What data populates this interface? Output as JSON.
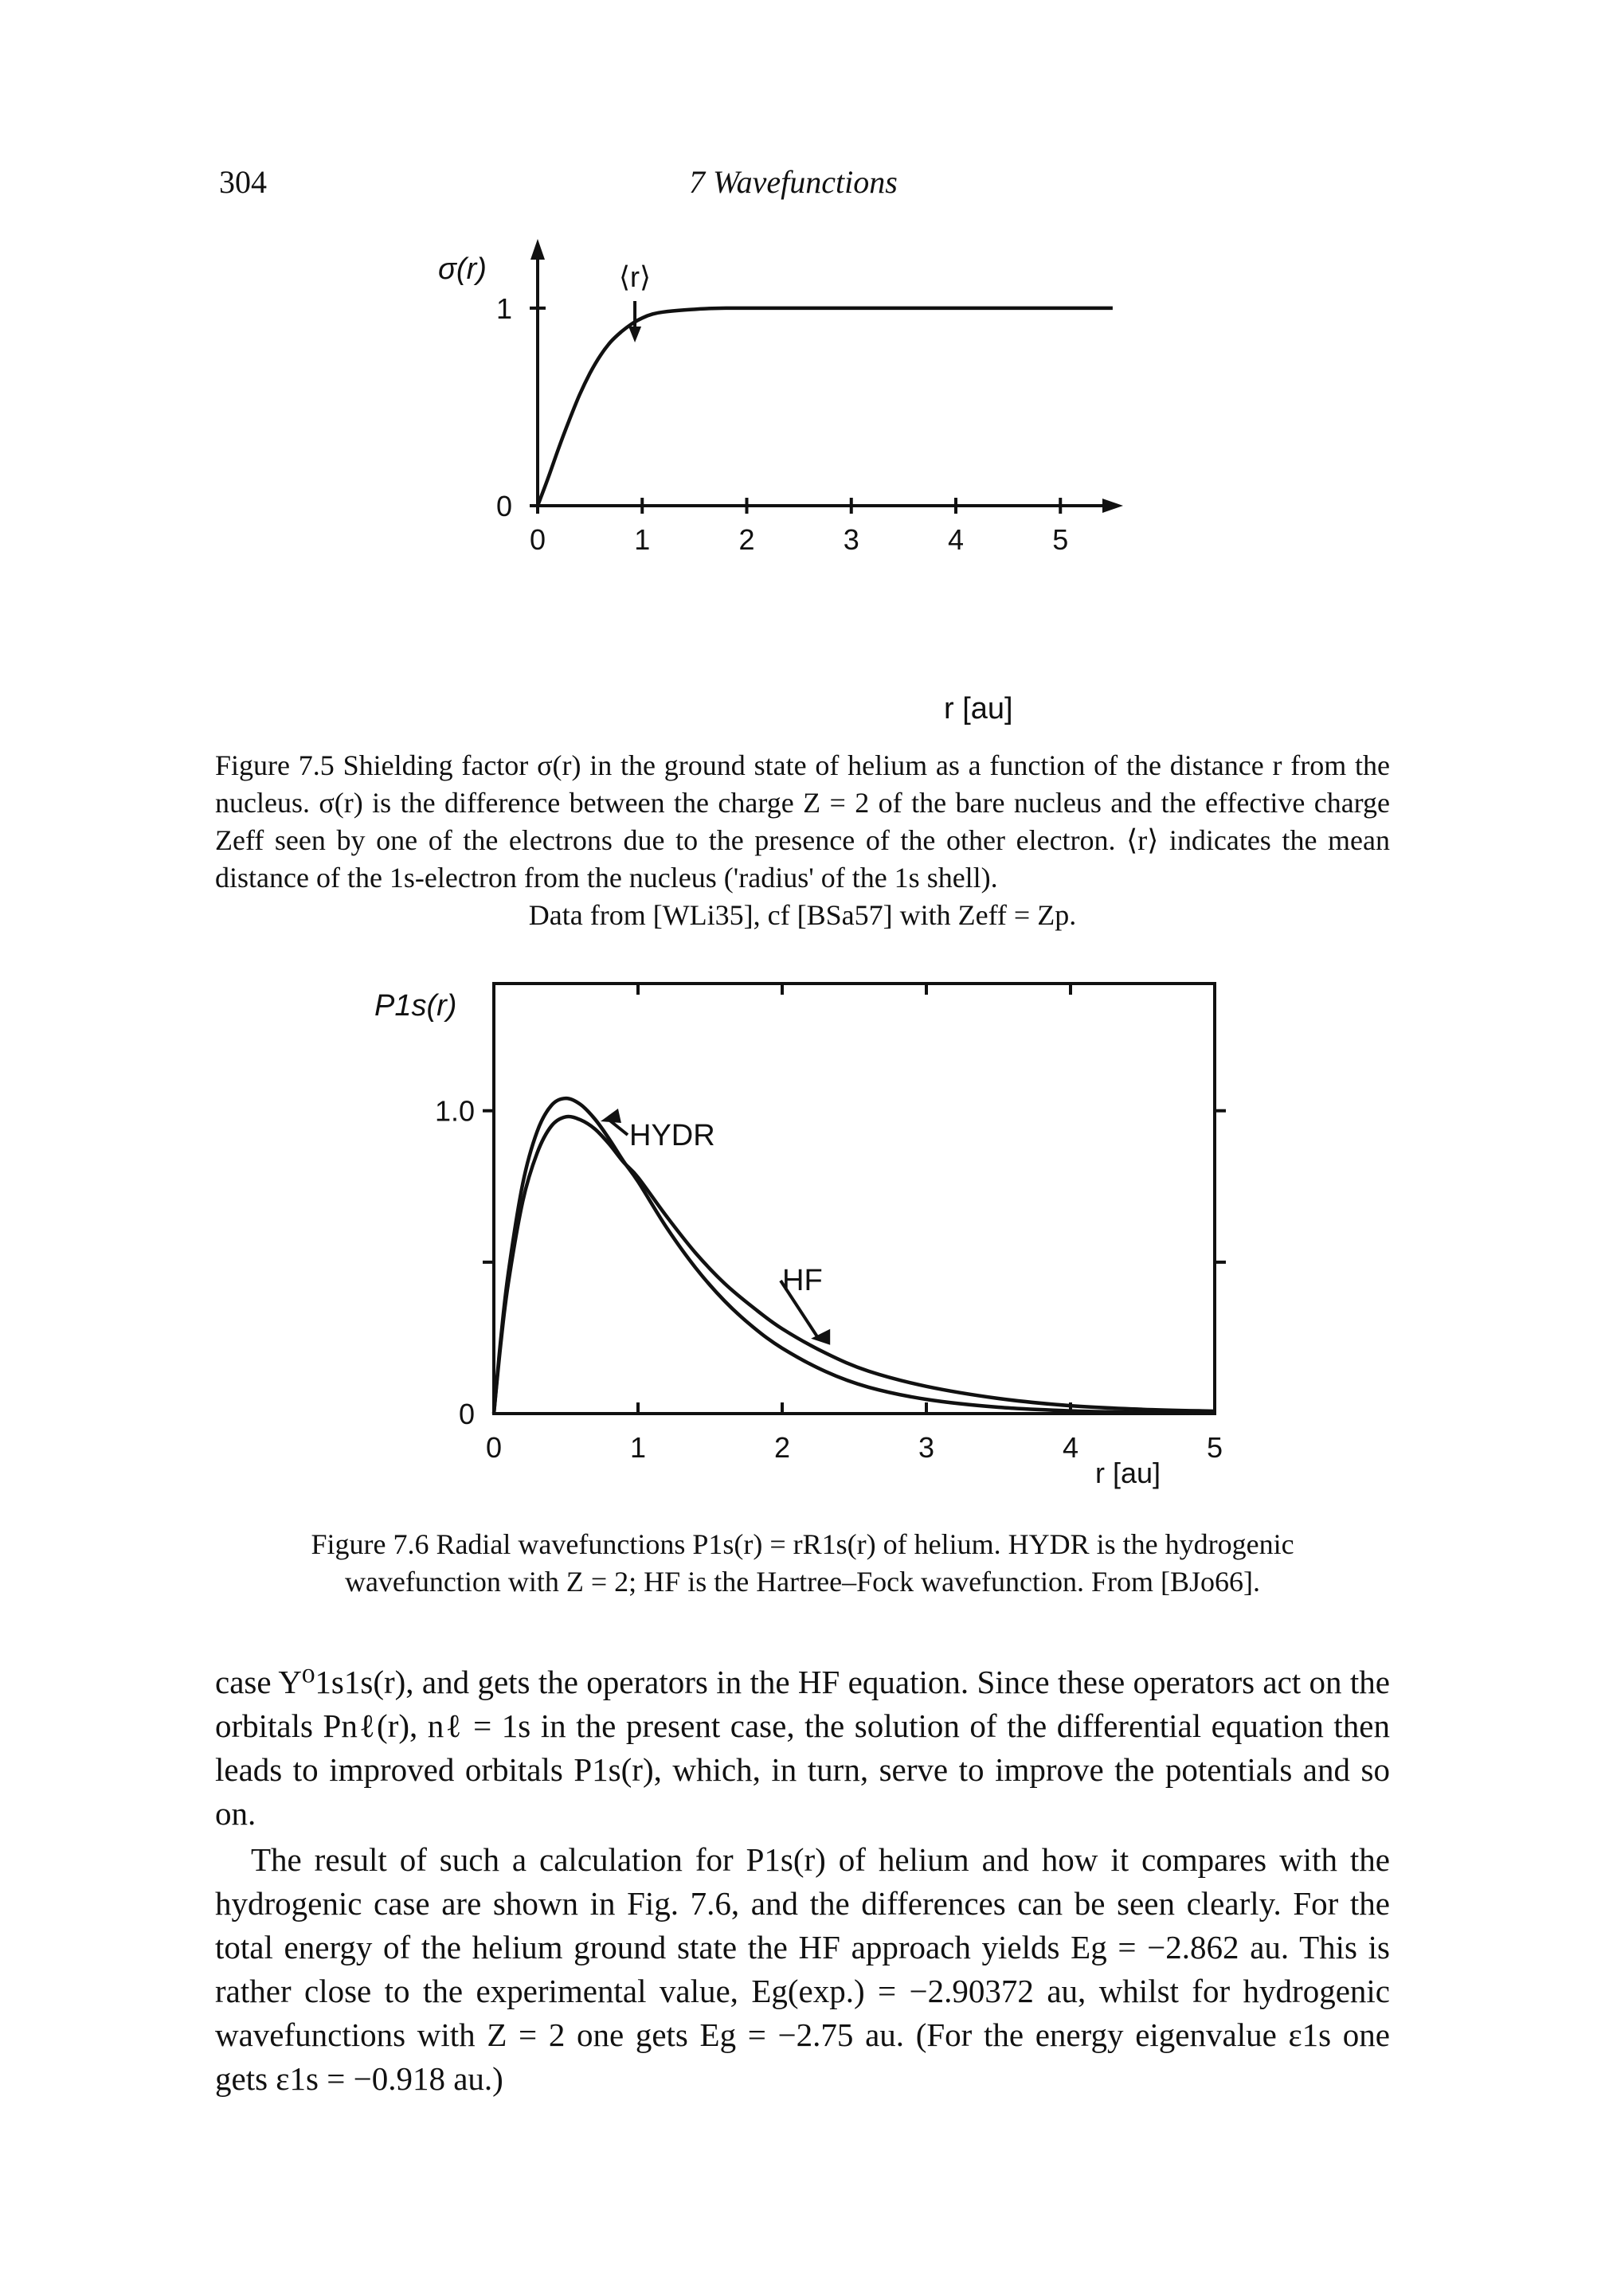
{
  "page": {
    "number": "304",
    "running_title": "7 Wavefunctions"
  },
  "figure_7_5": {
    "y_label": "σ(r)",
    "x_label": "r [au]",
    "mean_marker": "⟨r⟩",
    "caption_lines": [
      "Figure 7.5 Shielding factor σ(r) in the ground state of helium as a function of the distance r from the nucleus. σ(r) is the difference between the charge Z = 2 of the bare nucleus and the effective charge Zeff seen by one of the electrons due to the presence of the other electron. ⟨r⟩ indicates the mean distance of the 1s-electron from the nucleus ('radius' of the 1s shell).",
      "Data from [WLi35], cf [BSa57] with Zeff = Zp."
    ],
    "chart_data": {
      "type": "line",
      "x_ticks": [
        "0",
        "1",
        "2",
        "3",
        "4",
        "5"
      ],
      "y_ticks": [
        "0",
        "1"
      ],
      "xlim": [
        0,
        5.6
      ],
      "ylim": [
        0,
        1.35
      ],
      "mean_r": 0.93,
      "series": [
        {
          "x": [
            0,
            0.1,
            0.2,
            0.3,
            0.4,
            0.5,
            0.6,
            0.7,
            0.8,
            0.9,
            1.0,
            1.1,
            1.2,
            1.4,
            1.6,
            1.8,
            2.0,
            2.5,
            3.0,
            3.5,
            4.0,
            4.5,
            5.0,
            5.5
          ],
          "y": [
            0,
            0.14,
            0.29,
            0.43,
            0.56,
            0.67,
            0.76,
            0.83,
            0.88,
            0.92,
            0.95,
            0.97,
            0.98,
            0.99,
            0.997,
            1.0,
            1.0,
            1.0,
            1.0,
            1.0,
            1.0,
            1.0,
            1.0,
            1.0
          ]
        }
      ]
    }
  },
  "figure_7_6": {
    "y_label": "P1s(r)",
    "x_label": "r [au]",
    "label_hydr": "HYDR",
    "label_hf": "HF",
    "caption_lines": [
      "Figure 7.6 Radial wavefunctions P1s(r) = rR1s(r) of helium. HYDR is the hydrogenic",
      "wavefunction with Z = 2; HF is the Hartree–Fock wavefunction. From [BJo66]."
    ],
    "chart_data": {
      "type": "line",
      "x_ticks": [
        "0",
        "1",
        "2",
        "3",
        "4",
        "5"
      ],
      "y_ticks": [
        "0",
        "1.0"
      ],
      "xlim": [
        0,
        5
      ],
      "ylim": [
        0,
        1.42
      ],
      "series": [
        {
          "name": "HYDR",
          "x": [
            0,
            0.05,
            0.1,
            0.2,
            0.3,
            0.4,
            0.5,
            0.6,
            0.7,
            0.8,
            0.9,
            1.0,
            1.2,
            1.4,
            1.6,
            1.8,
            2.0,
            2.3,
            2.6,
            3.0,
            3.5,
            4.0,
            4.5,
            5.0
          ],
          "y": [
            0,
            0.256,
            0.463,
            0.758,
            0.931,
            1.018,
            1.041,
            1.021,
            0.973,
            0.907,
            0.833,
            0.766,
            0.613,
            0.481,
            0.372,
            0.285,
            0.216,
            0.139,
            0.087,
            0.047,
            0.021,
            0.009,
            0.004,
            0.002
          ]
        },
        {
          "name": "HF",
          "x": [
            0,
            0.05,
            0.1,
            0.2,
            0.3,
            0.4,
            0.5,
            0.6,
            0.7,
            0.8,
            0.9,
            1.0,
            1.2,
            1.4,
            1.6,
            1.8,
            2.0,
            2.3,
            2.6,
            3.0,
            3.5,
            4.0,
            4.5,
            5.0
          ],
          "y": [
            0,
            0.24,
            0.43,
            0.7,
            0.86,
            0.95,
            0.98,
            0.97,
            0.94,
            0.89,
            0.83,
            0.78,
            0.65,
            0.53,
            0.43,
            0.35,
            0.28,
            0.2,
            0.14,
            0.09,
            0.05,
            0.026,
            0.014,
            0.008
          ]
        }
      ]
    }
  },
  "body_text": {
    "paragraph_1": "case Y⁰1s1s(r), and gets the operators in the HF equation. Since these operators act on the orbitals Pnℓ(r), nℓ = 1s in the present case, the solution of the differential equation then leads to improved orbitals P1s(r), which, in turn, serve to improve the potentials and so on.",
    "paragraph_2": "The result of such a calculation for P1s(r) of helium and how it compares with the hydrogenic case are shown in Fig. 7.6, and the differences can be seen clearly. For the total energy of the helium ground state the HF approach yields Eg = −2.862 au. This is rather close to the experimental value, Eg(exp.) = −2.90372 au, whilst for hydrogenic wavefunctions with Z = 2 one gets Eg = −2.75 au. (For the energy eigenvalue ε1s one gets ε1s = −0.918 au.)"
  }
}
